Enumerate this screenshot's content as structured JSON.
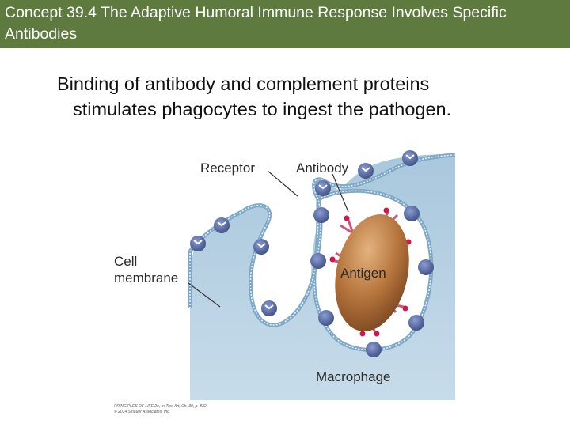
{
  "slide": {
    "title": "Concept 39.4 The Adaptive Humoral Immune Response Involves Specific Antibodies",
    "body_line1": "Binding of antibody and complement proteins",
    "body_line2": "stimulates phagocytes to ingest the pathogen."
  },
  "figure": {
    "labels": {
      "receptor": "Receptor",
      "antibody": "Antibody",
      "cell": "Cell",
      "membrane": "membrane",
      "antigen": "Antigen",
      "macrophage": "Macrophage"
    },
    "credit_line1": "PRINCIPLES OF LIFE 2e, In-Text Art, Ch. 39, p. 832",
    "credit_line2": "© 2014 Sinauer Associates, Inc."
  },
  "colors": {
    "title_bar": "#5e7a3f",
    "cell_fill": "#b5d0e3",
    "membrane_stroke": "#7ea8c6",
    "receptor": "#5b6ea8",
    "antibody": "#d0557a",
    "complement": "#d4174b",
    "antigen": "#b5743c"
  }
}
